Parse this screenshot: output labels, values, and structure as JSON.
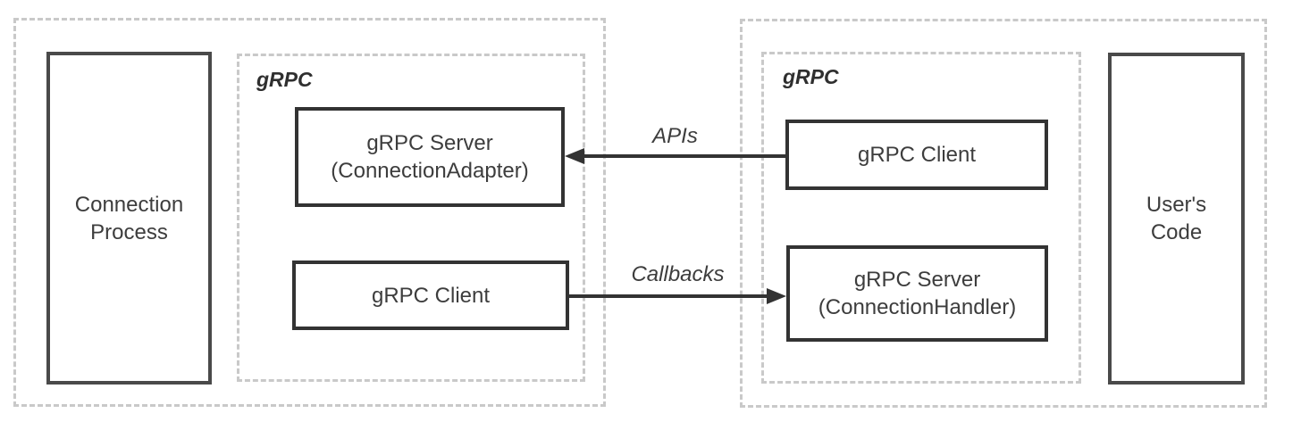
{
  "colors": {
    "background": "#ffffff",
    "dashed_border": "#c9c9c9",
    "solid_border_dark": "#333333",
    "solid_border_medium": "#4a4a4a",
    "text": "#3d3d3d",
    "arrow": "#333333"
  },
  "left_group": {
    "grpc_label": "gRPC",
    "process_box": {
      "line1": "Connection",
      "line2": "Process"
    },
    "server_box": {
      "line1": "gRPC Server",
      "line2": "(ConnectionAdapter)"
    },
    "client_box": {
      "label": "gRPC Client"
    }
  },
  "right_group": {
    "grpc_label": "gRPC",
    "client_box": {
      "label": "gRPC Client"
    },
    "server_box": {
      "line1": "gRPC Server",
      "line2": "(ConnectionHandler)"
    },
    "code_box": {
      "line1": "User's",
      "line2": "Code"
    }
  },
  "arrows": {
    "apis": {
      "label": "APIs",
      "direction": "right-to-left"
    },
    "callbacks": {
      "label": "Callbacks",
      "direction": "left-to-right"
    }
  }
}
